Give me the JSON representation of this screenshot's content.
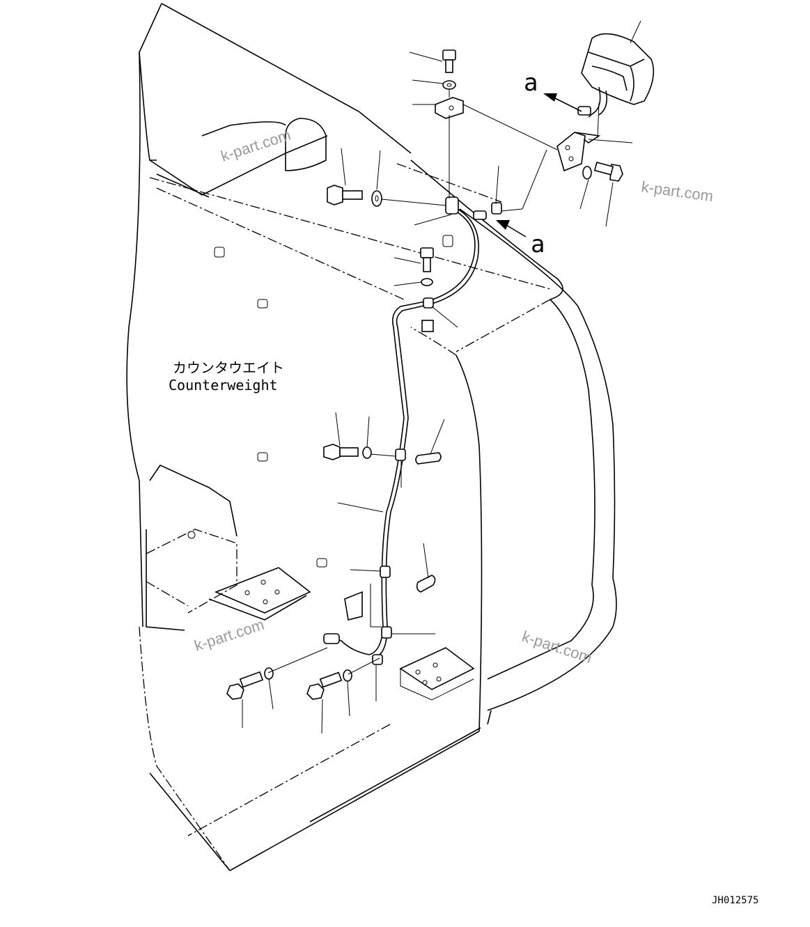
{
  "diagram": {
    "label_jp": "カウンタウエイト",
    "label_en": "Counterweight",
    "view_marker": "a",
    "drawing_code": "JH012575",
    "watermark": "k-part.com"
  }
}
